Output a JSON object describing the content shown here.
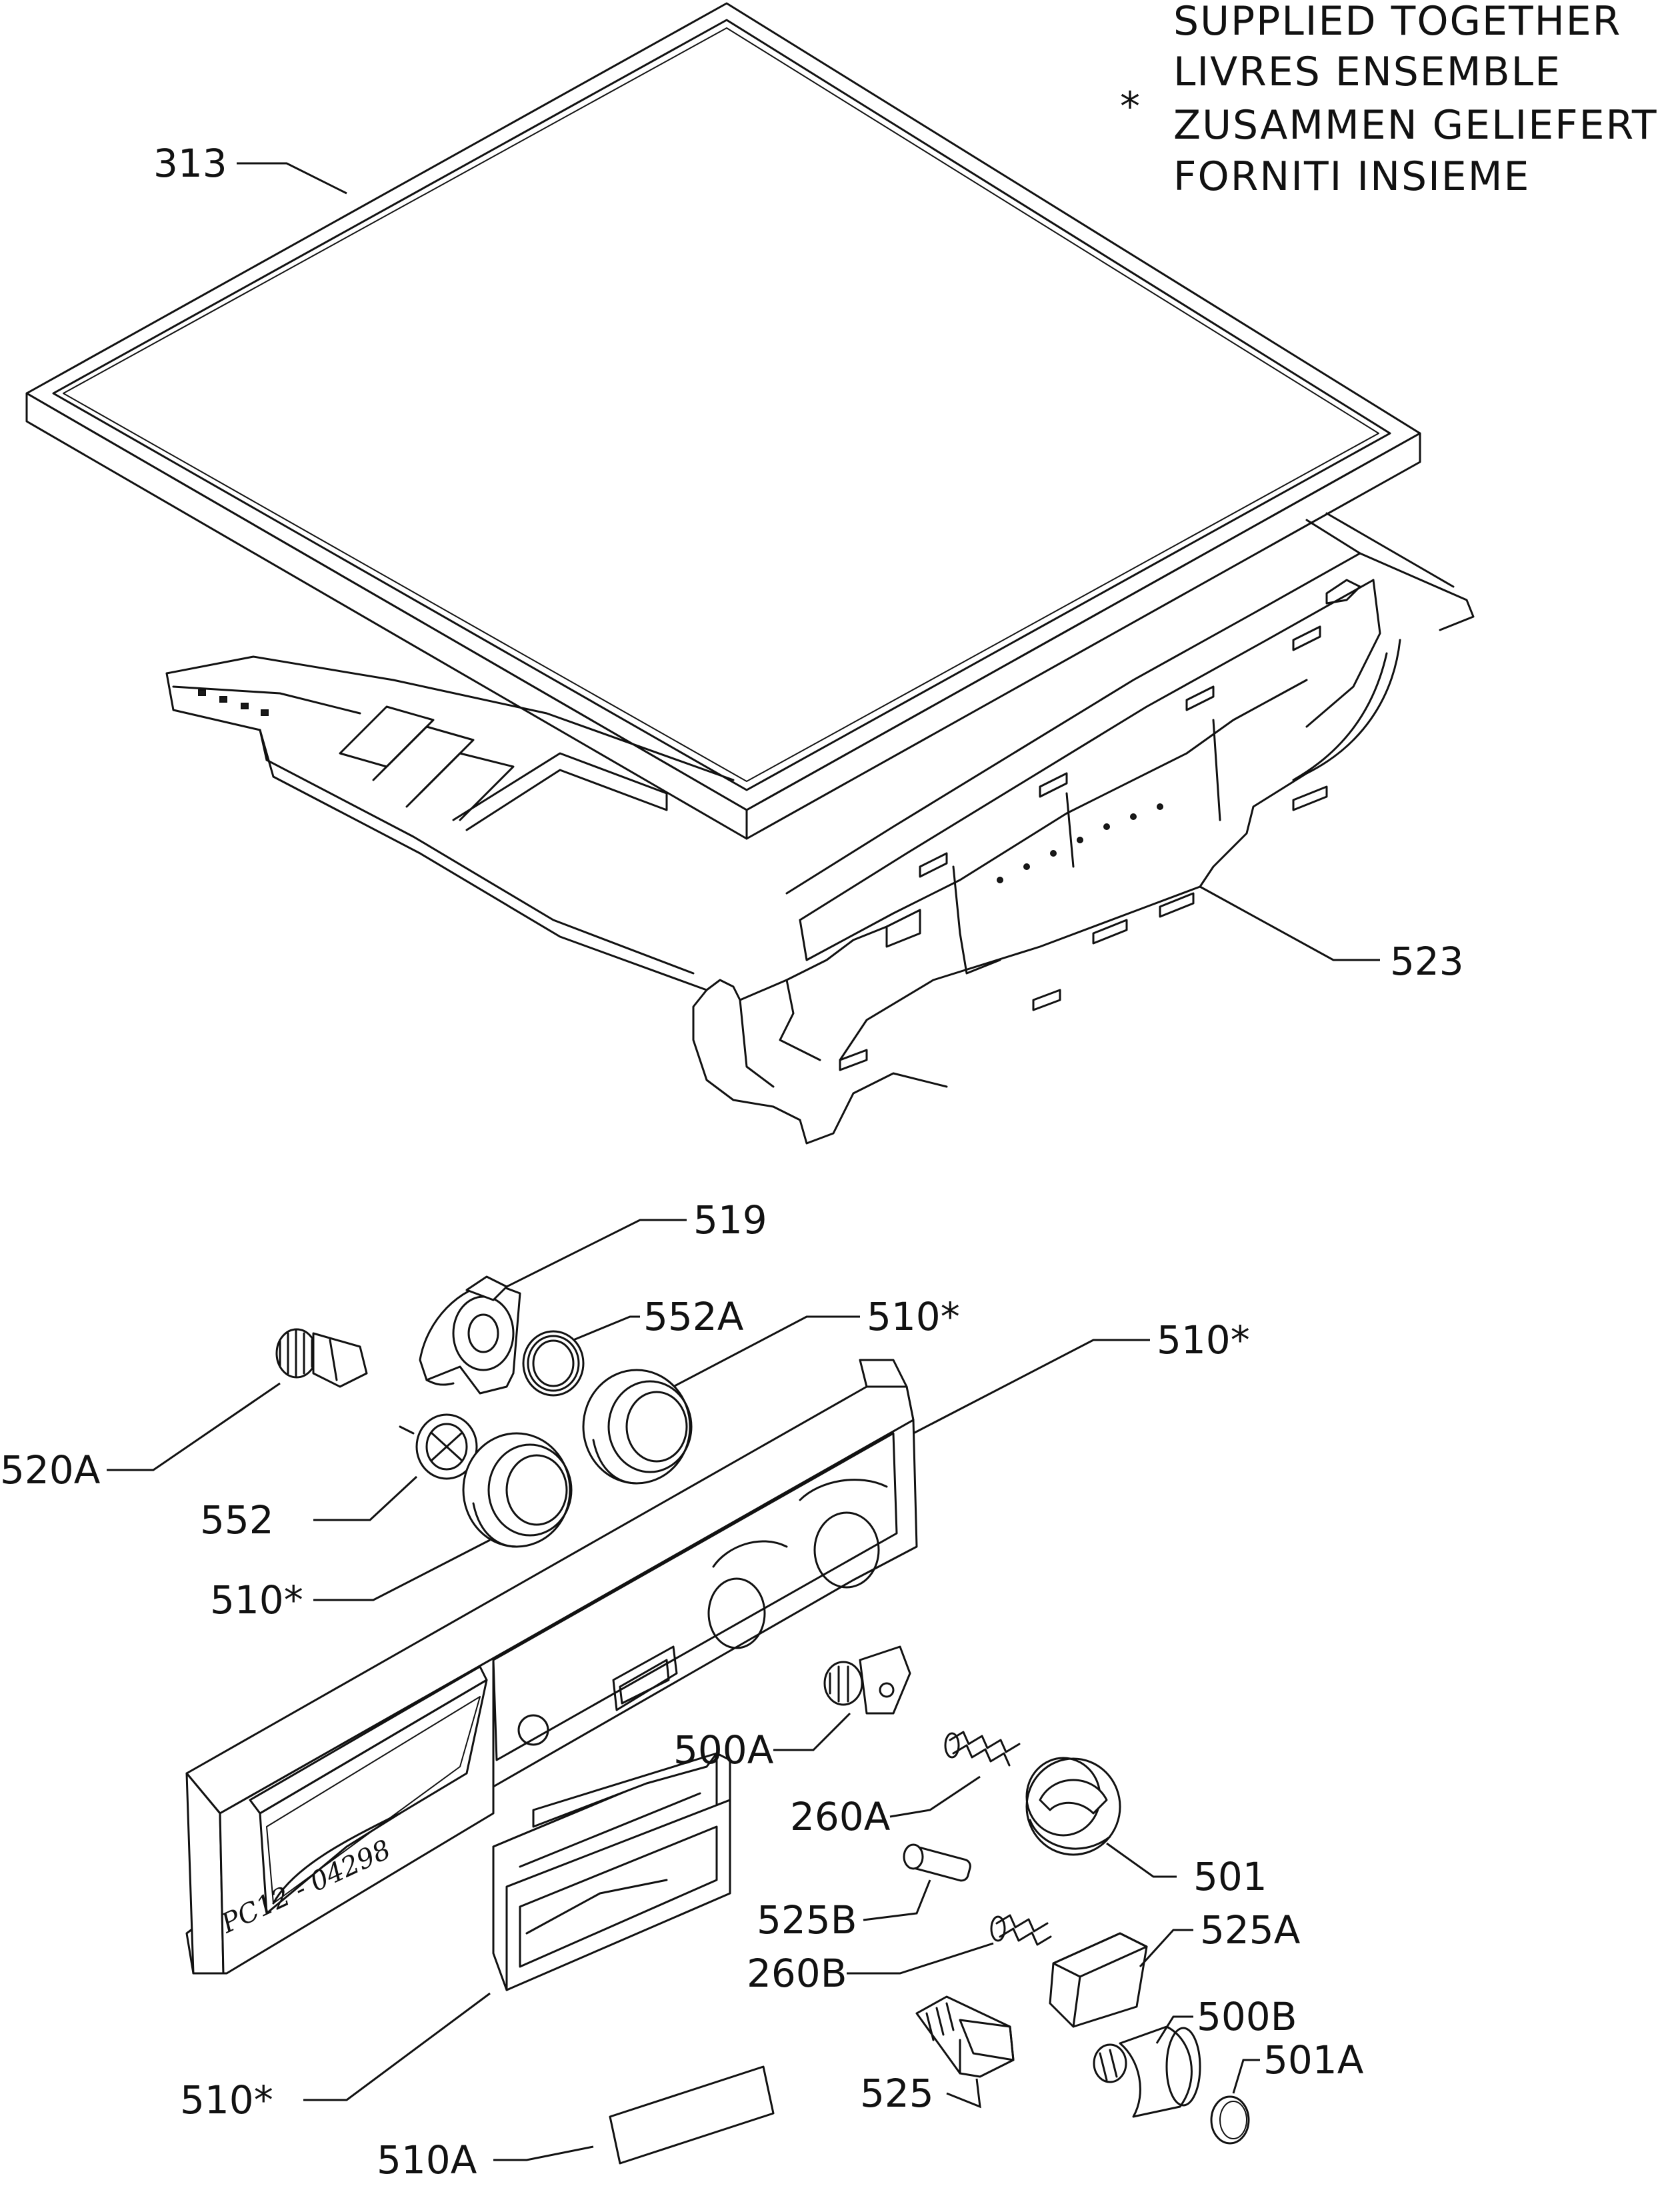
{
  "note": {
    "symbol": "*",
    "lines": [
      "SUPPLIED TOGETHER",
      "LIVRES ENSEMBLE",
      "ZUSAMMEN GELIEFERT",
      "FORNITI INSIEME"
    ]
  },
  "labels": {
    "l313": "313",
    "l523": "523",
    "l519": "519",
    "l552A": "552A",
    "l510a": "510*",
    "l510b": "510*",
    "l520A": "520A",
    "l552": "552",
    "l510c": "510*",
    "l500A": "500A",
    "l260A": "260A",
    "l501": "501",
    "l525B": "525B",
    "l525A": "525A",
    "l260B": "260B",
    "l500B": "500B",
    "l501A": "501A",
    "l525": "525",
    "l510d": "510*",
    "l510A": "510A"
  },
  "drawing_code": "PC12 - 04298"
}
